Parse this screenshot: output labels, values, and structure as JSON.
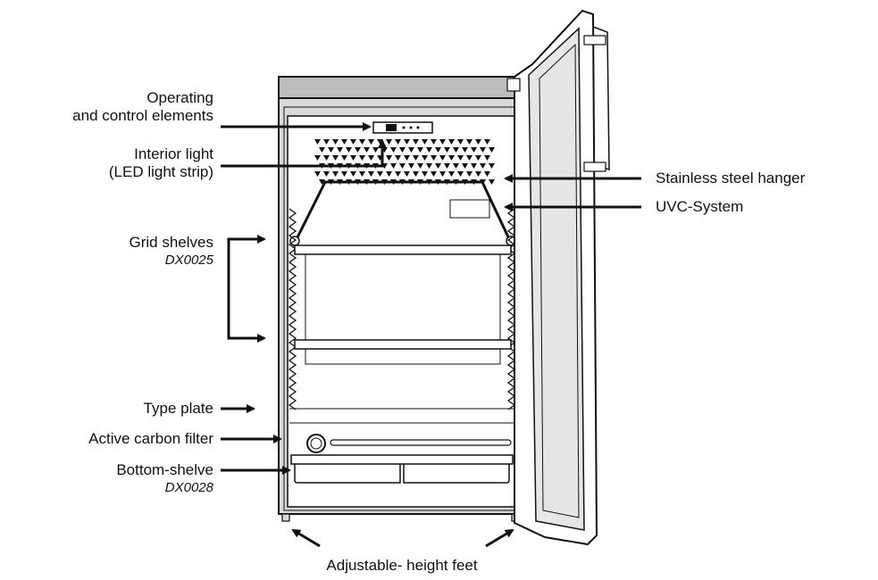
{
  "labels": {
    "operating": [
      "Operating",
      "and control elements"
    ],
    "interior_light": [
      "Interior light",
      "(LED light strip)"
    ],
    "grid_shelves": "Grid shelves",
    "grid_shelves_code": "DX0025",
    "type_plate": "Type plate",
    "carbon_filter": "Active carbon filter",
    "bottom_shelve": "Bottom-shelve",
    "bottom_shelve_code": "DX0028",
    "hanger": "Stainless steel hanger",
    "uvc": "UVC-System",
    "feet": "Adjustable- height feet"
  },
  "colors": {
    "line": "#111111",
    "panel": "#d9d9d9",
    "top_band": "#bdbdbd",
    "glass": "#e6e6e6",
    "white": "#ffffff"
  }
}
